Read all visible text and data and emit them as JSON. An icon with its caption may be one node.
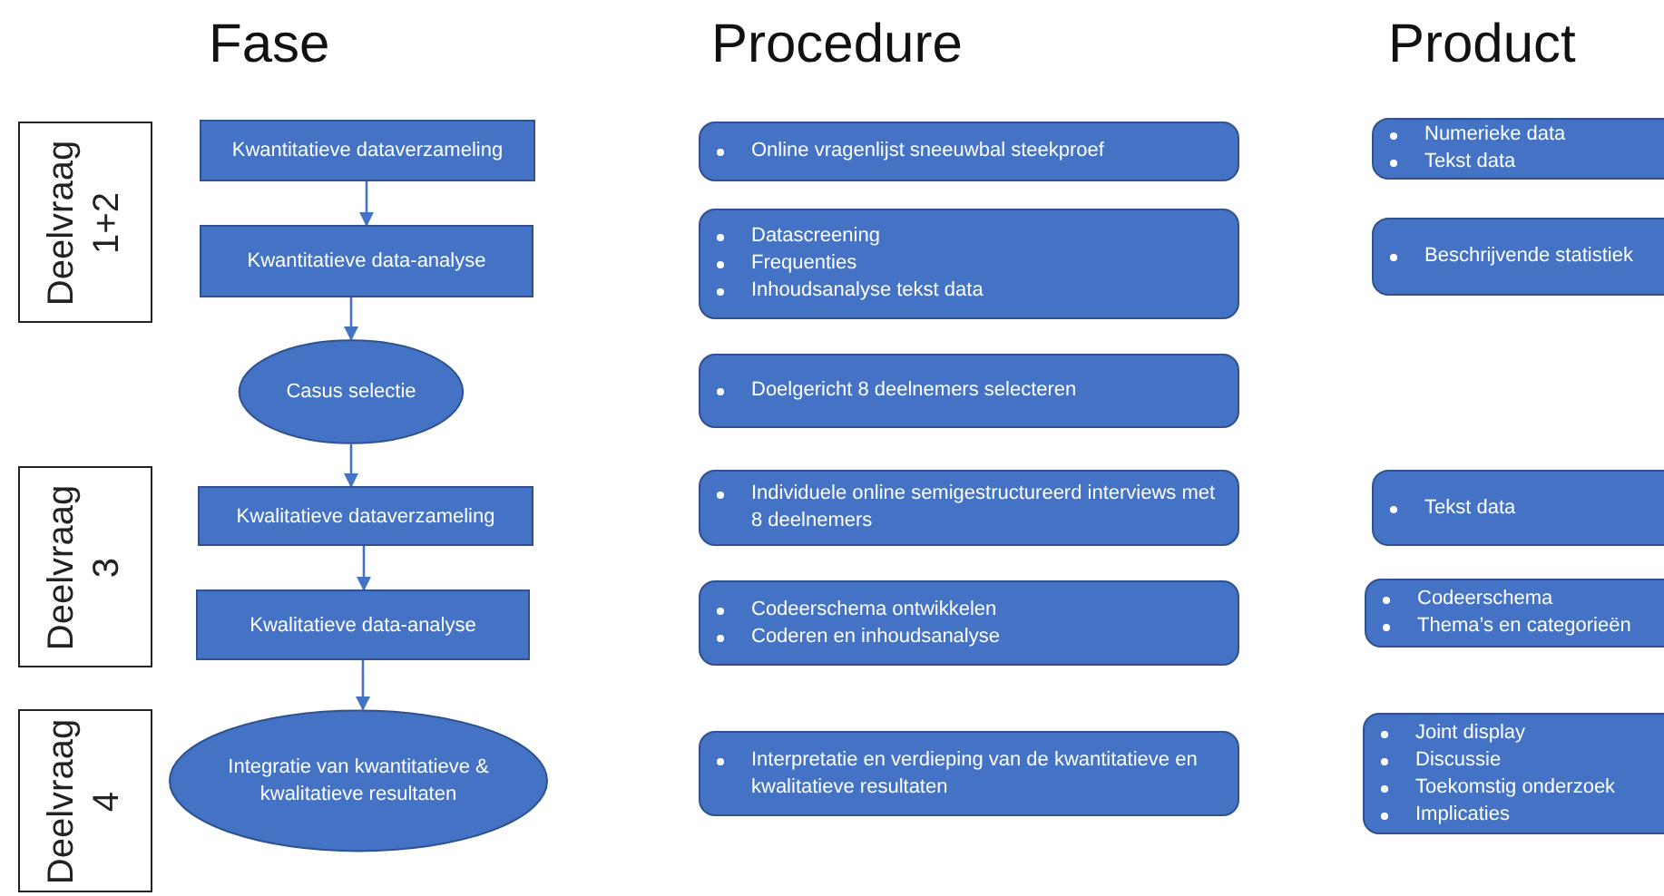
{
  "diagram": {
    "nodes": [
      {
        "text": [
          "Deelvraag 1+2"
        ]
      },
      {
        "text": [
          "Deelvraag 3"
        ]
      },
      {
        "text": [
          "Deelvraag 4"
        ]
      },
      {
        "text": [
          "Kwantitatieve dataverzameling"
        ]
      },
      {
        "text": [
          "Kwantitatieve data-analyse"
        ]
      },
      {
        "text": [
          "Casus selectie"
        ]
      },
      {
        "text": [
          "Kwalitatieve dataverzameling"
        ]
      },
      {
        "text": [
          "Kwalitatieve data-analyse"
        ]
      },
      {
        "text": [
          "Integratie van kwantitatieve & kwalitatieve resultaten"
        ]
      },
      {
        "text": [
          "Online vragenlijst sneeuwbal steekproef"
        ]
      },
      {
        "text": [
          "Datascreening",
          "Frequenties",
          "Inhoudsanalyse tekst data"
        ]
      },
      {
        "text": [
          "Doelgericht 8 deelnemers selecteren"
        ]
      },
      {
        "text": [
          "Individuele online semigestructureerd interviews met 8 deelnemers"
        ]
      },
      {
        "text": [
          "Codeerschema ontwikkelen",
          "Coderen en inhoudsanalyse"
        ]
      },
      {
        "text": [
          "Interpretatie en verdieping van de kwantitatieve en kwalitatieve resultaten"
        ]
      },
      {
        "text": [
          "Numerieke data",
          "Tekst data"
        ]
      },
      {
        "text": [
          "Beschrijvende statistiek"
        ]
      },
      {
        "text": [
          "Tekst data"
        ]
      },
      {
        "text": [
          "Codeerschema",
          "Thema’s en categorieën"
        ]
      },
      {
        "text": [
          "Joint display",
          "Discussie",
          "Toekomstig onderzoek",
          "Implicaties"
        ]
      }
    ],
    "edges": [
      {
        "from": 3,
        "to": 4,
        "arrow": "to"
      },
      {
        "from": 4,
        "to": 5,
        "arrow": "to"
      },
      {
        "from": 5,
        "to": 6,
        "arrow": "to"
      },
      {
        "from": 6,
        "to": 7,
        "arrow": "to"
      },
      {
        "from": 7,
        "to": 8,
        "arrow": "to"
      }
    ],
    "labels": [
      "Fase",
      "Procedure",
      "Product"
    ]
  }
}
